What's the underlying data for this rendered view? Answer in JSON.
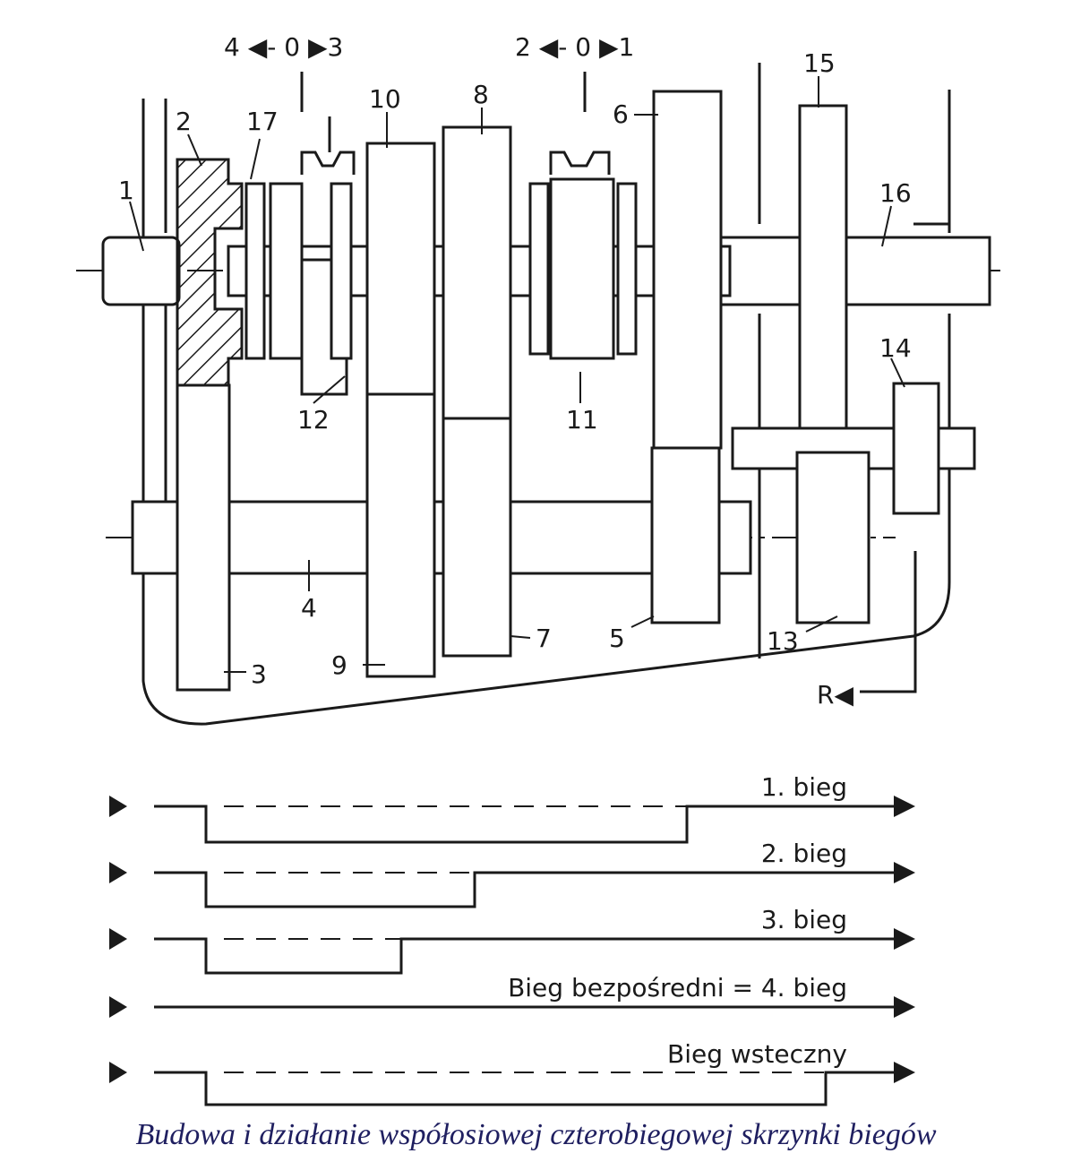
{
  "labels": {
    "n1": "1",
    "n2": "2",
    "n3": "3",
    "n4": "4",
    "n5": "5",
    "n6": "6",
    "n7": "7",
    "n8": "8",
    "n9": "9",
    "n10": "10",
    "n11": "11",
    "n12": "12",
    "n13": "13",
    "n14": "14",
    "n15": "15",
    "n16": "16",
    "n17": "17",
    "sel43": "4 ◀- 0 ▶3",
    "sel21": "2 ◀- 0 ▶1",
    "rev": "R◀"
  },
  "flows": [
    {
      "label": "1. bieg"
    },
    {
      "label": "2. bieg"
    },
    {
      "label": "3. bieg"
    },
    {
      "label": "Bieg bezpośredni = 4. bieg"
    },
    {
      "label": "Bieg wsteczny"
    }
  ],
  "caption": "Budowa i działanie współosiowej  czterobiegowej skrzynki biegów"
}
